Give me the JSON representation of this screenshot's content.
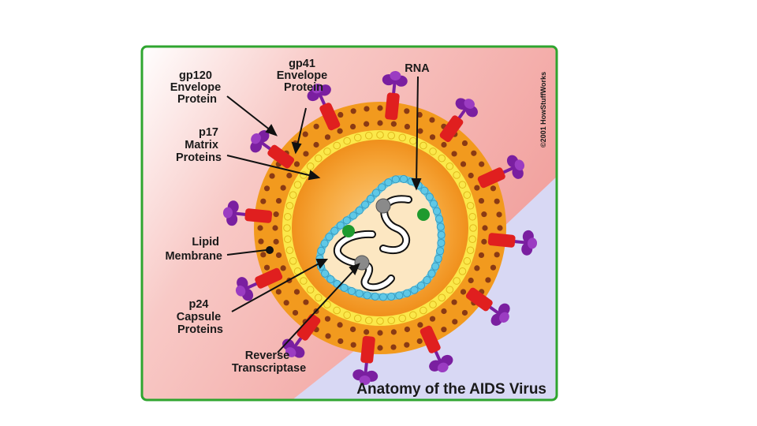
{
  "diagram": {
    "title": "Anatomy of the AIDS Virus",
    "copyright": "©2001 HowStuffWorks",
    "labels": {
      "gp120": [
        "gp120",
        "Envelope",
        "Protein"
      ],
      "gp41": [
        "gp41",
        "Envelope",
        "Protein"
      ],
      "rna": [
        "RNA"
      ],
      "p17": [
        "p17",
        "Matrix",
        "Proteins"
      ],
      "lipid": [
        "Lipid",
        "Membrane"
      ],
      "p24": [
        "p24",
        "Capsule",
        "Proteins"
      ],
      "rt": [
        "Reverse",
        "Transcriptase"
      ]
    }
  },
  "colors": {
    "frame_border": "#2fa52f",
    "background_pink": "#f4a6a3",
    "background_lavender": "#d8d8f4",
    "membrane_orange": "#f29a1e",
    "lipid_dot": "#8a3a14",
    "matrix_yellow": "#fbe84a",
    "capsid_orange": "#f5a033",
    "capsid_dot": "#5fc8e6",
    "capsid_core": "#fce7c2",
    "gp41_red": "#e01f1f",
    "gp120_purple": "#7a1fa0",
    "reverse_transcriptase": "#1f9a2f",
    "nucleotide_gray": "#8a8a8a"
  }
}
